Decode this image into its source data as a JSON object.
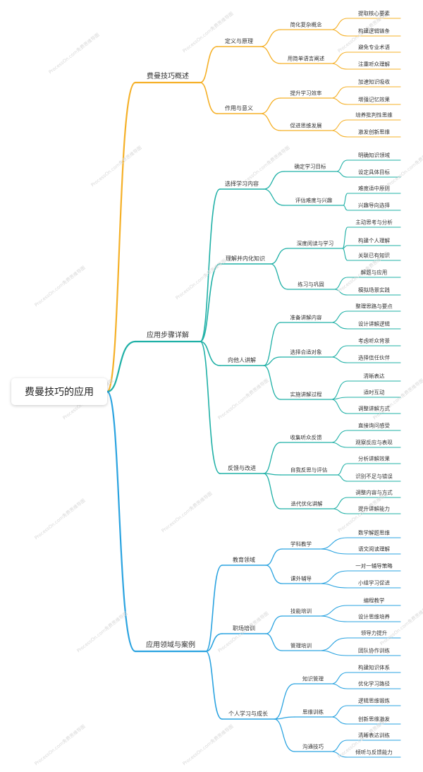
{
  "colors": {
    "orange": "#f5b027",
    "teal": "#1fb0a6",
    "blue": "#2aa3e0",
    "text": "#333333"
  },
  "watermark": "ProcessOn.com免费思维导图",
  "root": {
    "label": "费曼技巧的应用"
  },
  "branches": [
    {
      "label": "费曼技巧概述",
      "color": "orange",
      "children": [
        {
          "label": "定义与原理",
          "children": [
            {
              "label": "简化复杂概念",
              "children": [
                "提取核心要素",
                "构建逻辑链条"
              ]
            },
            {
              "label": "用简单语言阐述",
              "children": [
                "避免专业术语",
                "注重听众理解"
              ]
            }
          ]
        },
        {
          "label": "作用与意义",
          "children": [
            {
              "label": "提升学习效率",
              "children": [
                "加速知识吸收",
                "增强记忆效果"
              ]
            },
            {
              "label": "促进思维发展",
              "children": [
                "培养批判性思维",
                "激发创新思维"
              ]
            }
          ]
        }
      ]
    },
    {
      "label": "应用步骤详解",
      "color": "teal",
      "children": [
        {
          "label": "选择学习内容",
          "children": [
            {
              "label": "确定学习目标",
              "children": [
                "明确知识领域",
                "设定具体目标"
              ]
            },
            {
              "label": "评估难度与兴趣",
              "children": [
                "难度适中原则",
                "兴趣导向选择"
              ]
            }
          ]
        },
        {
          "label": "理解并内化知识",
          "children": [
            {
              "label": "深度阅读与学习",
              "children": [
                "主动思考与分析",
                "构建个人理解",
                "关联已有知识"
              ]
            },
            {
              "label": "练习与巩固",
              "children": [
                "解题与应用",
                "模拟场景实践"
              ]
            }
          ]
        },
        {
          "label": "向他人讲解",
          "children": [
            {
              "label": "准备讲解内容",
              "children": [
                "整理思路与要点",
                "设计讲解逻辑"
              ]
            },
            {
              "label": "选择合适对象",
              "children": [
                "考虑听众背景",
                "选择信任伙伴"
              ]
            },
            {
              "label": "实施讲解过程",
              "children": [
                "清晰表达",
                "适时互动",
                "调整讲解方式"
              ]
            }
          ]
        },
        {
          "label": "反馈与改进",
          "children": [
            {
              "label": "收集听众反馈",
              "children": [
                "直接询问感受",
                "观察反应与表现"
              ]
            },
            {
              "label": "自我反思与评估",
              "children": [
                "分析讲解效果",
                "识别不足与错误"
              ]
            },
            {
              "label": "迭代优化讲解",
              "children": [
                "调整内容与方式",
                "提升讲解能力"
              ]
            }
          ]
        }
      ]
    },
    {
      "label": "应用领域与案例",
      "color": "blue",
      "children": [
        {
          "label": "教育领域",
          "children": [
            {
              "label": "学科教学",
              "children": [
                "数学解题思维",
                "语文阅读理解"
              ]
            },
            {
              "label": "课外辅导",
              "children": [
                "一对一辅导策略",
                "小组学习促进"
              ]
            }
          ]
        },
        {
          "label": "职场培训",
          "children": [
            {
              "label": "技能培训",
              "children": [
                "编程教学",
                "设计思维培养"
              ]
            },
            {
              "label": "管理培训",
              "children": [
                "领导力提升",
                "团队协作训练"
              ]
            }
          ]
        },
        {
          "label": "个人学习与成长",
          "children": [
            {
              "label": "知识管理",
              "children": [
                "构建知识体系",
                "优化学习路径"
              ]
            },
            {
              "label": "思维训练",
              "children": [
                "逻辑思维锻炼",
                "创新思维激发"
              ]
            },
            {
              "label": "沟通技巧",
              "children": [
                "清晰表达训练",
                "倾听与反馈能力"
              ]
            }
          ]
        }
      ]
    }
  ]
}
